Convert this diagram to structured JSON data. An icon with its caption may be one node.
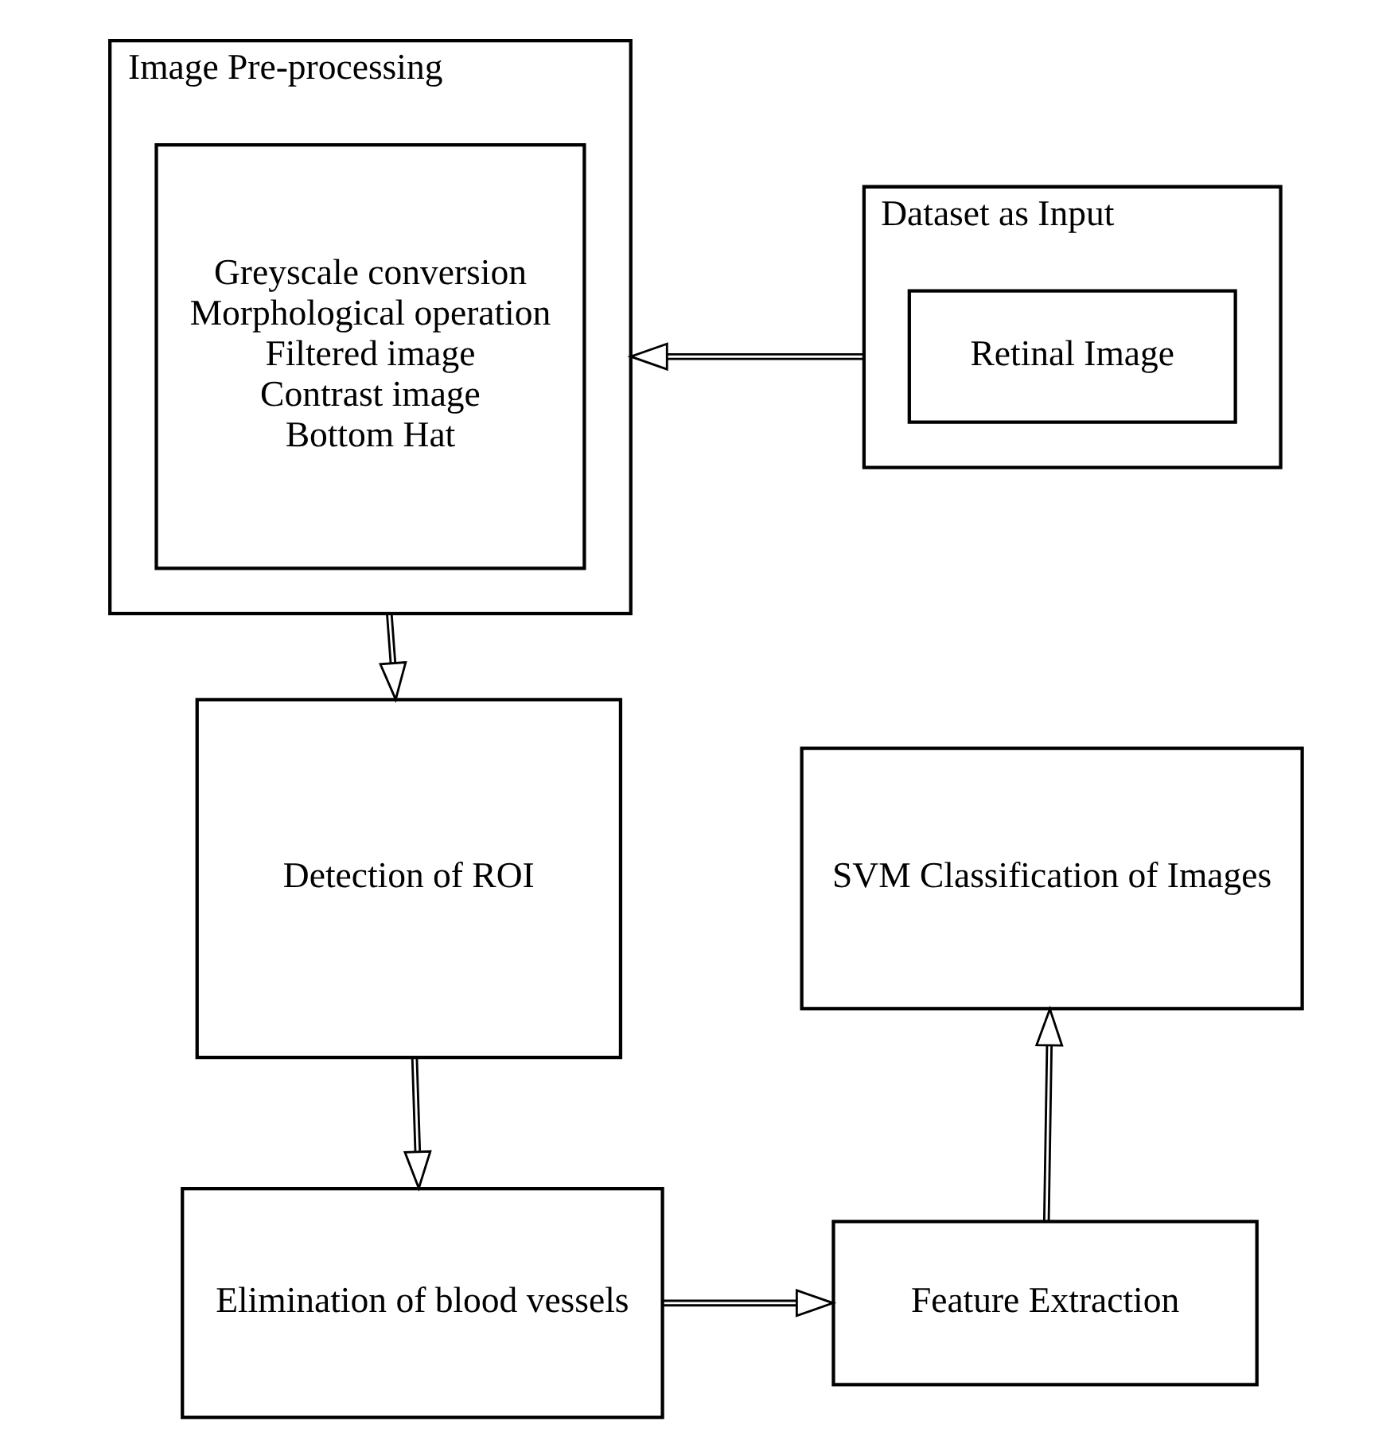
{
  "diagram": {
    "nodes": [
      {
        "text": [
          "Dataset as Input"
        ]
      },
      {
        "text": [
          "Retinal Image"
        ],
        "in": 0
      },
      {
        "text": [
          "Image Pre-processing"
        ]
      },
      {
        "text": [
          "Greyscale conversion",
          "Morphological operation",
          "Filtered image",
          "Contrast image",
          "Bottom Hat"
        ],
        "in": 2
      },
      {
        "text": [
          "SVM Classification of Images"
        ]
      },
      {
        "text": [
          "Detection of ROI"
        ]
      },
      {
        "text": [
          "Feature Extraction"
        ]
      },
      {
        "text": [
          "Elimination of blood vessels"
        ]
      }
    ],
    "edges": [
      {
        "from": 0,
        "to": 2,
        "arrow": "to"
      },
      {
        "from": 2,
        "to": 5,
        "arrow": "to"
      },
      {
        "from": 5,
        "to": 7,
        "arrow": "to"
      },
      {
        "from": 7,
        "to": 6,
        "arrow": "to"
      },
      {
        "from": 6,
        "to": 4,
        "arrow": "to"
      }
    ]
  }
}
